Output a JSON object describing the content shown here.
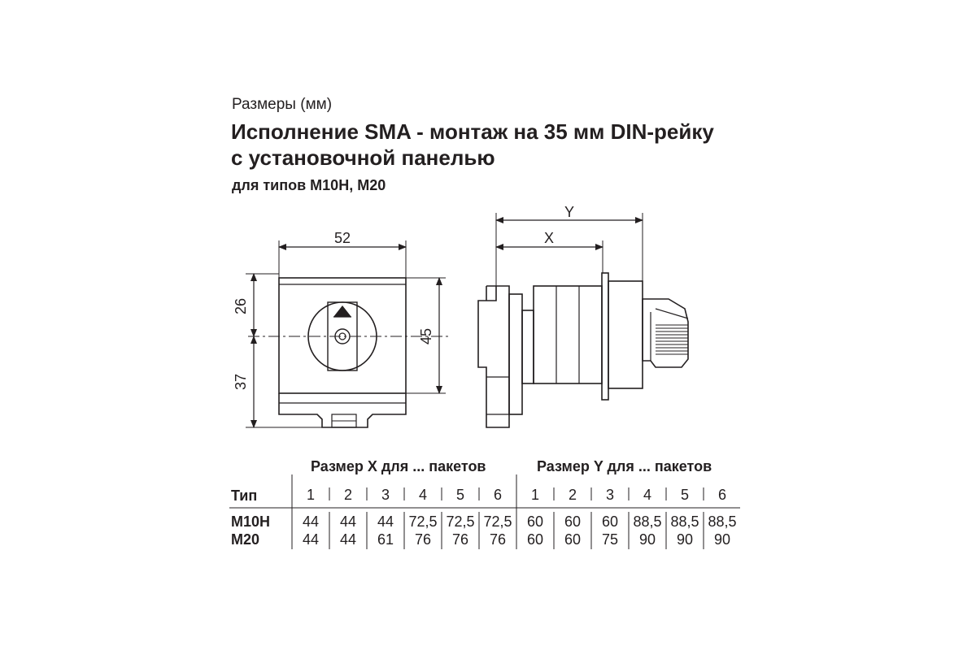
{
  "header": {
    "subtitle": "Размеры (мм)",
    "title_line1": "Исполнение SMA - монтаж на 35 мм DIN-рейку",
    "title_line2": "с установочной панелью",
    "types_note": "для типов M10H, M20"
  },
  "front_view": {
    "width_label": "52",
    "upper_height_label": "26",
    "lower_height_label": "37",
    "right_height_label": "45"
  },
  "side_view": {
    "y_label": "Y",
    "x_label": "X"
  },
  "table": {
    "group_x_label": "Размер X для ... пакетов",
    "group_y_label": "Размер Y для ... пакетов",
    "type_header": "Тип",
    "packets": [
      "1",
      "2",
      "3",
      "4",
      "5",
      "6",
      "1",
      "2",
      "3",
      "4",
      "5",
      "6"
    ],
    "rows": [
      {
        "type": "M10H",
        "x": [
          "44",
          "44",
          "44",
          "72,5",
          "72,5",
          "72,5"
        ],
        "y": [
          "60",
          "60",
          "60",
          "88,5",
          "88,5",
          "88,5"
        ]
      },
      {
        "type": "M20",
        "x": [
          "44",
          "44",
          "61",
          "76",
          "76",
          "76"
        ],
        "y": [
          "60",
          "60",
          "75",
          "90",
          "90",
          "90"
        ]
      }
    ]
  }
}
